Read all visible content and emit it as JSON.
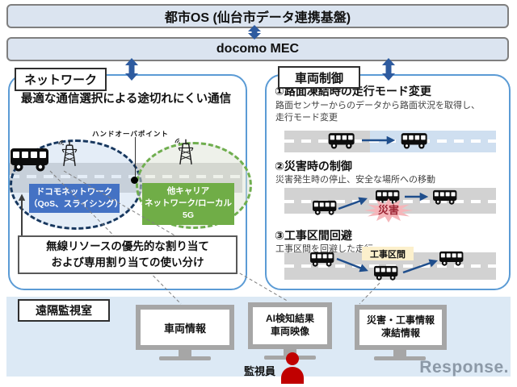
{
  "header": {
    "city_os": "都市OS (仙台市データ連携基盤)",
    "mec": "docomo MEC"
  },
  "network": {
    "tag": "ネットワーク",
    "heading": "最適な通信選択による途切れにくい通信",
    "handover": "ハンドオーバポイント",
    "docomo_lines": [
      "ドコモネットワーク",
      "（QoS、スライシング）"
    ],
    "carrier_lines": [
      "他キャリア",
      "ネットワーク/ローカル5G"
    ],
    "allocation_lines": [
      "無線リソースの優先的な割り当て",
      "および専用割り当ての使い分け"
    ]
  },
  "vehicle": {
    "tag": "車両制御",
    "items": [
      {
        "title": "①路面凍結時の走行モード変更",
        "desc_lines": [
          "路面センサーからのデータから路面状況を取得し、",
          "走行モード変更"
        ]
      },
      {
        "title": "②災害時の制御",
        "desc_lines": [
          "災害発生時の停止、安全な場所への移動"
        ],
        "badge": "災害"
      },
      {
        "title": "③工事区間回避",
        "desc_lines": [
          "工事区間を回避した走行"
        ],
        "badge": "工事区間"
      }
    ]
  },
  "monitoring": {
    "tag": "遠隔監視室",
    "monitors": [
      {
        "lines": [
          "車両情報"
        ]
      },
      {
        "lines": [
          "AI検知結果",
          "車両映像"
        ]
      },
      {
        "lines": [
          "災害・工事情報",
          "凍結情報"
        ]
      }
    ],
    "operator": "監視員",
    "watermark": "Response."
  },
  "colors": {
    "bar_fill": "#dbe4f0",
    "panel_border": "#5b9bd5",
    "arrow_blue": "#2e5b9f",
    "road_arrow_blue": "#1f4e8c",
    "docomo_blue": "#4472c4",
    "carrier_green": "#70ad47",
    "road_gray": "#cbcbcb",
    "ice_blue": "#cfdff0",
    "disaster_pink": "#f5b6ba",
    "disaster_text": "#9c2433",
    "construction_yellow": "#fcf0cc",
    "band_blue": "#dce9f5",
    "monitor_gray": "#a6a6a6",
    "operator_red": "#c00000"
  }
}
